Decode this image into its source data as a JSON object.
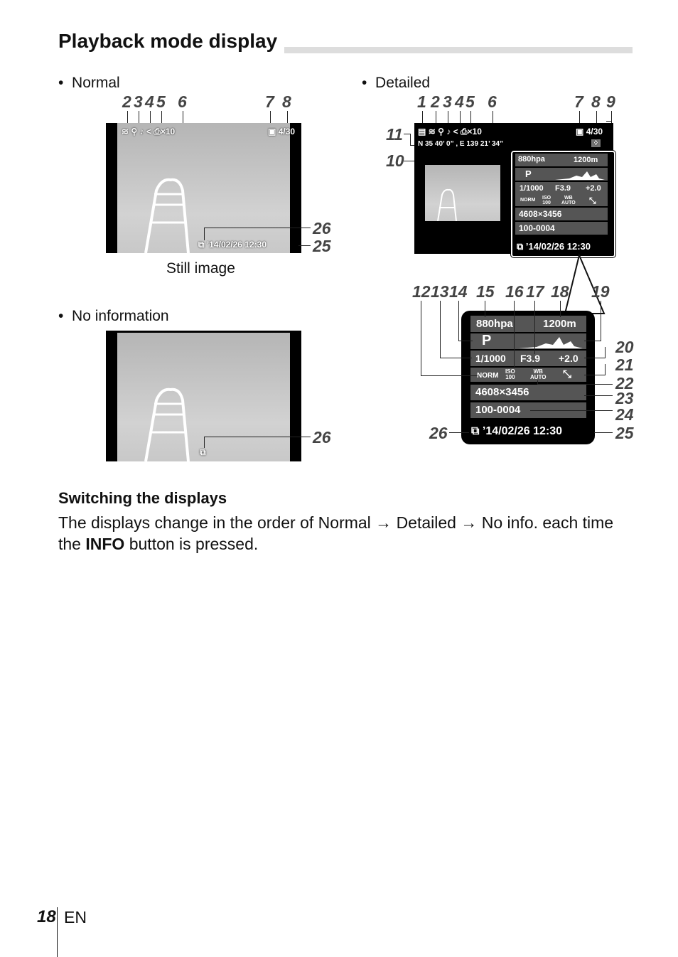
{
  "title": "Playback mode display",
  "normal": {
    "label": "Normal",
    "callouts_top": [
      "2",
      "3",
      "4",
      "5",
      "6",
      "7",
      "8"
    ],
    "callouts_right": [
      "26",
      "25"
    ],
    "osd_left": "×10",
    "osd_frame": "4/30",
    "osd_date": "’14/02/26  12:30",
    "caption": "Still image"
  },
  "no_info": {
    "label": "No information",
    "callout": "26"
  },
  "detailed": {
    "label": "Detailed",
    "callouts_top": [
      "1",
      "2",
      "3",
      "4",
      "5",
      "6",
      "7",
      "8",
      "9"
    ],
    "callouts_left": [
      "11",
      "10"
    ],
    "osd_prints": "×10",
    "osd_frame": "4/30",
    "gps": "N 35  40’ 0” , E 139  21’ 34”",
    "pressure": "880hpa",
    "altitude": "1200m",
    "mode": "P",
    "shutter": "1/1000",
    "aperture": "F3.9",
    "exposure": "+2.0",
    "quality": "NORM",
    "iso_label": "ISO",
    "iso_value": "100",
    "wb_label": "WB",
    "wb_value": "AUTO",
    "size": "4608×3456",
    "file": "100-0004",
    "date": "’14/02/26 12:30"
  },
  "enlarged": {
    "callouts_top": [
      "12",
      "13",
      "14",
      "15",
      "16",
      "17",
      "18",
      "19"
    ],
    "callouts_right": [
      "20",
      "21",
      "22",
      "23",
      "24",
      "25"
    ],
    "callout_left": "26"
  },
  "section": {
    "heading": "Switching the displays",
    "text_1": "The displays change in the order of Normal → Detailed → No info. each time the ",
    "text_bold": "INFO",
    "text_2": " button is pressed."
  },
  "footer": {
    "page": "18",
    "lang": "EN"
  }
}
